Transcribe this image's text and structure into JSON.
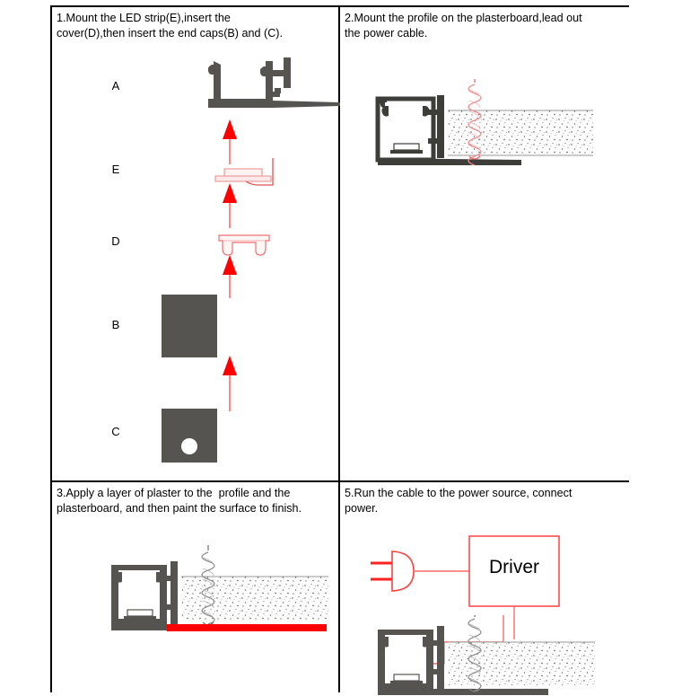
{
  "document": {
    "title": "LED Profile Installation Instructions",
    "kind": "installation-step-diagram",
    "panel_count": 4
  },
  "colors": {
    "border": "#000000",
    "profile_dark": "#555450",
    "profile_outline": "#3d3d3a",
    "plasterboard_fill": "#fbfbfb",
    "plasterboard_speckle": "#4a4a4a",
    "accent_red": "#ff0000",
    "accent_pink": "#f4a0a0",
    "wire_red": "#ff3b3b",
    "plaster_red": "#ff0000",
    "cable_gray": "#8a8a8a",
    "white": "#ffffff"
  },
  "panels": [
    {
      "id": "panel-1",
      "number": "1.",
      "caption": "1.Mount the LED strip(E),insert the\ncover(D),then insert the end caps(B) and (C).",
      "figure": "exploded-assembly",
      "part_labels": [
        {
          "key": "A",
          "label": "A",
          "part": "aluminium-profile-body"
        },
        {
          "key": "E",
          "label": "E",
          "part": "led-strip"
        },
        {
          "key": "D",
          "label": "D",
          "part": "diffuser-cover"
        },
        {
          "key": "B",
          "label": "B",
          "part": "end-cap-plain"
        },
        {
          "key": "C",
          "label": "C",
          "part": "end-cap-with-cable-hole"
        }
      ],
      "arrow_count": 4,
      "assembly_direction": "bottom-to-top"
    },
    {
      "id": "panel-2",
      "number": "2.",
      "caption": "2.Mount the profile on the plasterboard,lead out\nthe power cable.",
      "figure": "profile-mounted-on-plasterboard",
      "elements": [
        "profile-outline-section",
        "plasterboard-band",
        "coiled-cable-red"
      ]
    },
    {
      "id": "panel-3",
      "number": "3.",
      "caption": "3.Apply a layer of plaster to the  profile and the\nplasterboard, and then paint the surface to finish.",
      "figure": "plaster-layer-applied",
      "elements": [
        "profile-filled-section",
        "plasterboard-band",
        "coiled-cable-gray",
        "plaster-layer-red"
      ]
    },
    {
      "id": "panel-4",
      "number": "5.",
      "caption": "5.Run the cable to the power source, connect\npower.",
      "figure": "driver-wiring",
      "driver_label": "Driver",
      "elements": [
        "mains-plug-symbol",
        "driver-box",
        "wire-plug-to-driver",
        "wire-driver-to-profile",
        "profile-filled-section",
        "plasterboard-band",
        "coiled-cable-gray"
      ]
    }
  ]
}
